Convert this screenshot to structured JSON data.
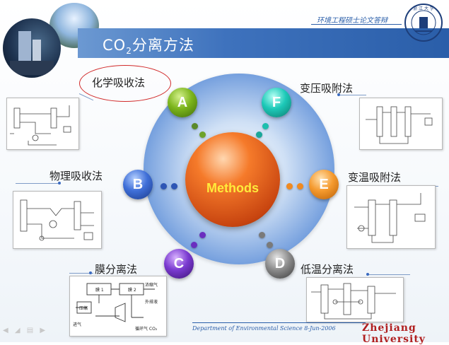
{
  "header": {
    "title_main": "CO",
    "title_sub": "2",
    "title_rest": "分离方法",
    "thesis_label": "环境工程硕士论文答辩"
  },
  "center": {
    "label": "Methods"
  },
  "nodes": [
    {
      "letter": "A",
      "method": "化学吸收法"
    },
    {
      "letter": "B",
      "method": "物理吸收法"
    },
    {
      "letter": "C",
      "method": "膜分离法"
    },
    {
      "letter": "D",
      "method": "低温分离法"
    },
    {
      "letter": "E",
      "method": "变温吸附法"
    },
    {
      "letter": "F",
      "method": "变压吸附法"
    }
  ],
  "diagram_c": {
    "boxes": [
      "膜 1",
      "膜 2"
    ],
    "compressor": "压缩",
    "outputs": [
      "浓缩气",
      "外排液",
      "进气",
      "循环气 CO₂"
    ]
  },
  "footer": {
    "department": "Department of Environmental Science  8-Jun-2006",
    "university": "Zhejiang University"
  },
  "colors": {
    "title_bar": "#3e72bd",
    "highlight_oval": "#d12a2a",
    "methods_text": "#ffeb3b",
    "university_text": "#b01e1e"
  }
}
